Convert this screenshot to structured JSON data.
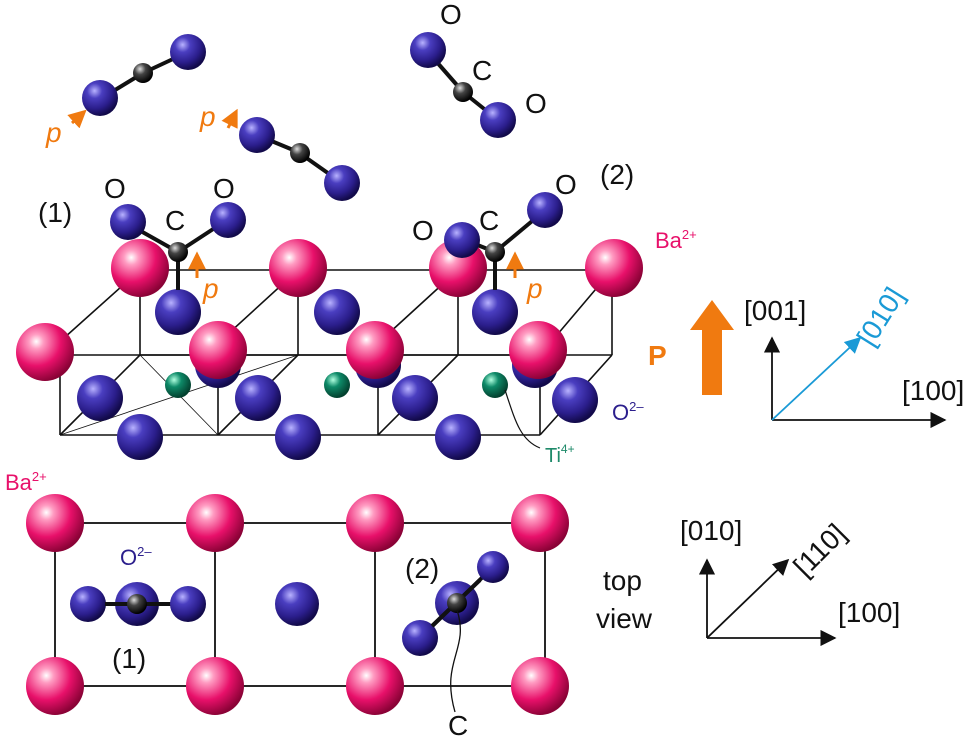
{
  "colors": {
    "barium": "#e8106a",
    "oxygen": "#2b1e8c",
    "titanium": "#0e8a68",
    "carbon": "#222222",
    "dipole": "#f07a10",
    "axis_010": "#1a9ad6",
    "ti_label": "#1f8a6a",
    "text": "#111111"
  },
  "labels": {
    "O": "O",
    "C": "C",
    "p": "p",
    "site1": "(1)",
    "site2": "(2)",
    "ba_ion": "Ba",
    "ba_charge": "2+",
    "o_ion": "O",
    "o_charge": "2–",
    "ti_ion": "Ti",
    "ti_charge": "4+",
    "polarization": "P",
    "top_view_line1": "top",
    "top_view_line2": "view"
  },
  "axes_side": {
    "z": "[001]",
    "y": "[010]",
    "x": "[100]"
  },
  "axes_top": {
    "y": "[010]",
    "diag": "[110]",
    "x": "[100]"
  }
}
